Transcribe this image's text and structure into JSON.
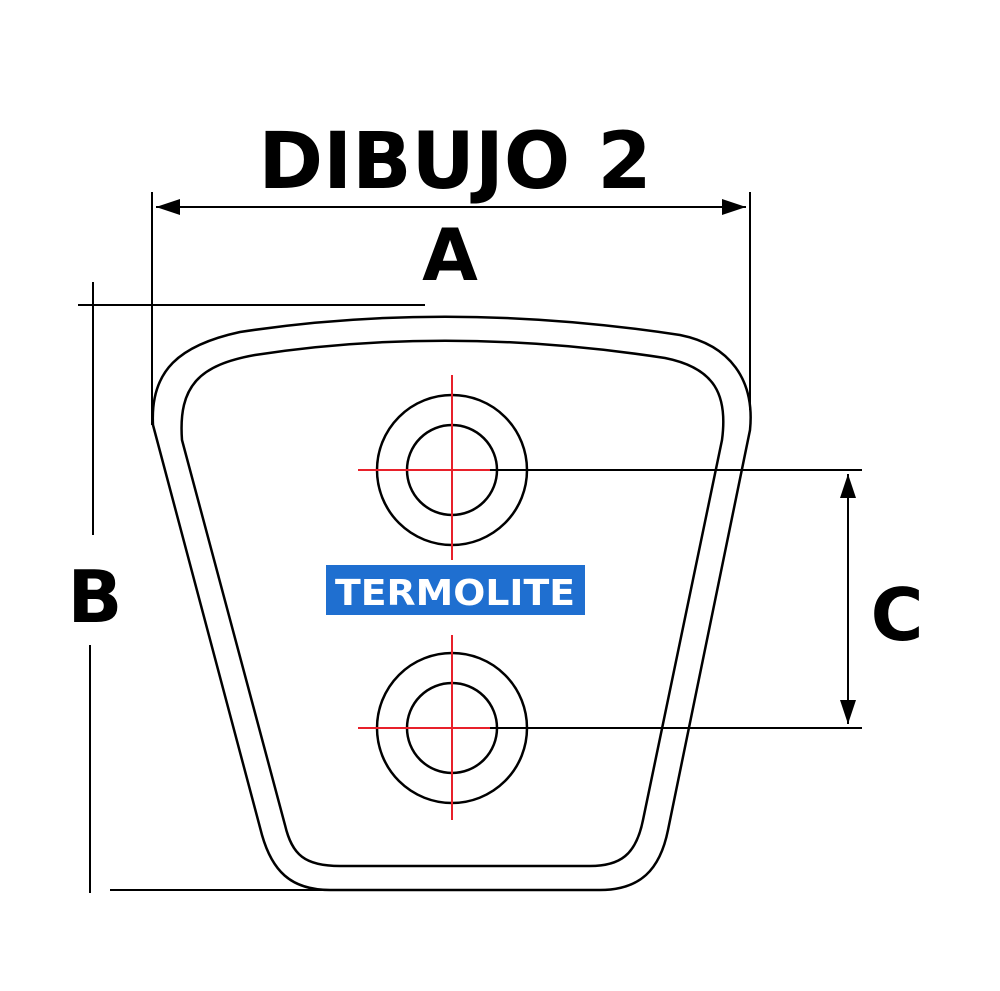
{
  "title": "DIBUJO 2",
  "dimensions": {
    "a": "A",
    "b": "B",
    "c": "C"
  },
  "logo": {
    "text": "TERMOLITE",
    "background": "#1f6fd0"
  },
  "colors": {
    "line": "#000000",
    "centerline": "#e8202a"
  }
}
